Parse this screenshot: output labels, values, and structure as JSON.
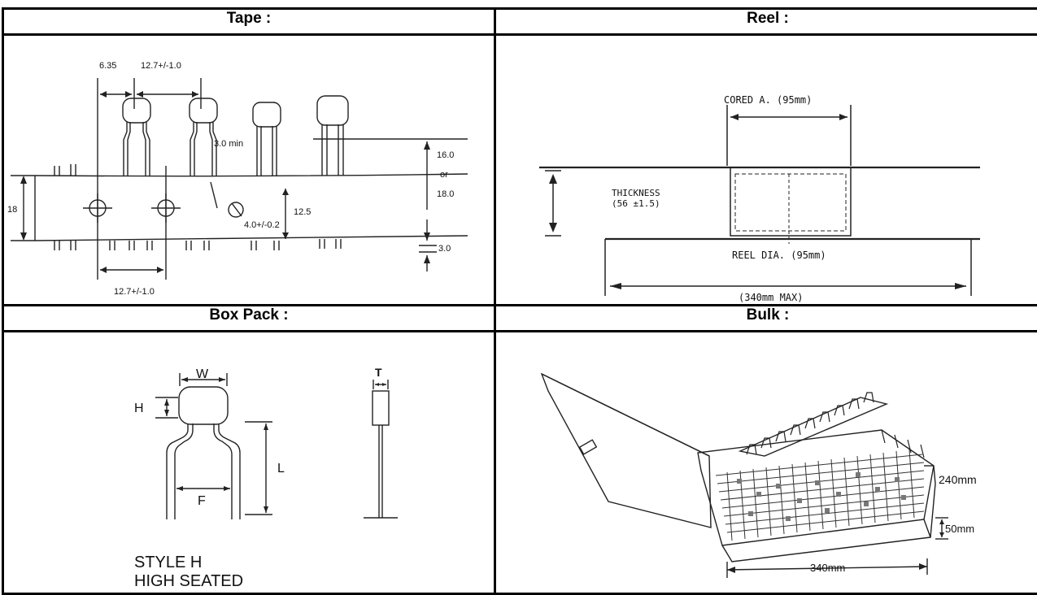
{
  "headers": {
    "tape": "Tape :",
    "reel": "Reel :",
    "box_pack": "Box Pack :",
    "bulk": "Bulk :"
  },
  "tape": {
    "dim_lead_offset": "6.35",
    "dim_pitch_top": "12.7+/-1.0",
    "dim_pitch_bottom": "12.7+/-1.0",
    "dim_min": "3.0 min",
    "dim_height": "16.0",
    "dim_or": "or",
    "dim_height_alt": "18.0",
    "dim_tape_width": "18",
    "dim_hole_height": "12.5",
    "dim_hole_dia": "4.0+/-0.2",
    "dim_bottom": "3.0"
  },
  "reel": {
    "core_dia": "CORED A. (95mm)",
    "thickness_label": "THICKNESS",
    "thickness_value": "(56 ±1.5)",
    "reel_dia": "REEL DIA. (95mm)",
    "outer_dia": "(340mm MAX)"
  },
  "box_pack": {
    "label_w": "W",
    "label_t": "T",
    "label_h": "H",
    "label_l": "L",
    "label_f": "F",
    "style_line1": "STYLE H",
    "style_line2": "HIGH SEATED"
  },
  "bulk": {
    "dim_depth": "240mm",
    "dim_height": "50mm",
    "dim_width": "340mm"
  }
}
